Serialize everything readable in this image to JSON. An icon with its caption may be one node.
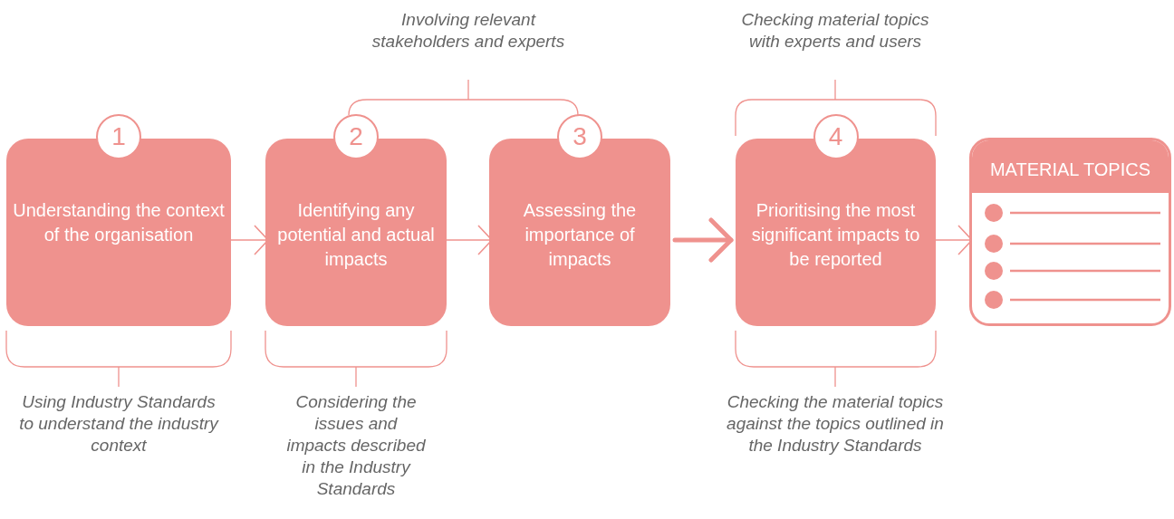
{
  "diagram": {
    "nodes": [
      {
        "text": [
          "1",
          "Understanding the context of the organisation"
        ]
      },
      {
        "text": [
          "2",
          "Identifying any potential and actual impacts"
        ]
      },
      {
        "text": [
          "3",
          "Assessing the importance of impacts"
        ]
      },
      {
        "text": [
          "4",
          "Prioritising the most significant impacts to be reported"
        ]
      },
      {
        "text": [
          "MATERIAL TOPICS"
        ]
      }
    ],
    "edges": [
      {
        "from": 0,
        "to": 1,
        "arrow": "to"
      },
      {
        "from": 1,
        "to": 2,
        "arrow": "to"
      },
      {
        "from": 2,
        "to": 3,
        "arrow": "to",
        "style": "thick"
      },
      {
        "from": 3,
        "to": 4,
        "arrow": "to"
      }
    ],
    "labels": [
      "Involving relevant stakeholders and experts",
      "Checking material topics with experts and users",
      "Using Industry Standards to understand the industry context",
      "Considering the issues and impacts described in the Industry Standards",
      "Checking the material topics against the topics outlined in the Industry Standards"
    ]
  }
}
